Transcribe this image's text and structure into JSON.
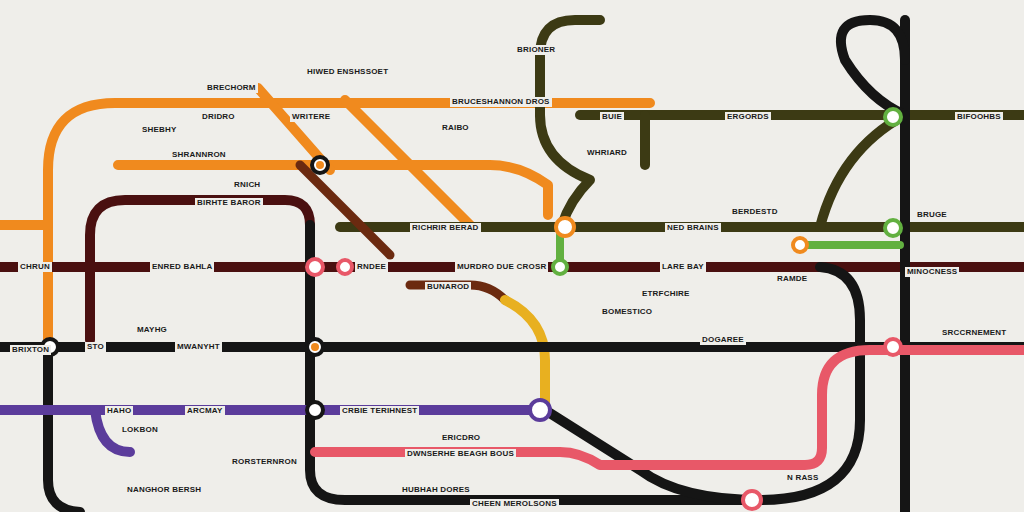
{
  "diagram": {
    "labels": [
      "BRECHORM",
      "DRIDRO",
      "WRITERE",
      "BRUCESHANNON DROS",
      "RAIBO",
      "BUIE",
      "ERGORDS",
      "WHRIARD",
      "SHEBHY",
      "SHRANNRON",
      "RNICH",
      "BIRHTE BAROR",
      "RICHRIR BERAD",
      "NED BRAINS",
      "CHRUN",
      "ENRED BAHLA",
      "RNDEE",
      "MURDRO DUE CROSR",
      "LARE BAY",
      "RAMDE",
      "BUNAROD",
      "BOMESTICO",
      "MAYHG",
      "BRIXTON",
      "STO",
      "MWANYHT",
      "DOGAREE",
      "SRCCRNEMENT",
      "HAHO",
      "ARCMAY",
      "CRBIE TERIHNEST",
      "LOKBON",
      "ERICDRO",
      "DWNSERHE BEAGH BOUS",
      "RORSTERNRON",
      "N RASS",
      "NANGHOR BERSH",
      "HUBHAH DORES",
      "CHEEN MEROLSONS",
      "MINOCNESS",
      "BRUGE",
      "BIFOOHBS",
      "BRIONER",
      "HIWED ENSHSSOET",
      "BERDESTD",
      "ETRFCHIRE"
    ]
  }
}
